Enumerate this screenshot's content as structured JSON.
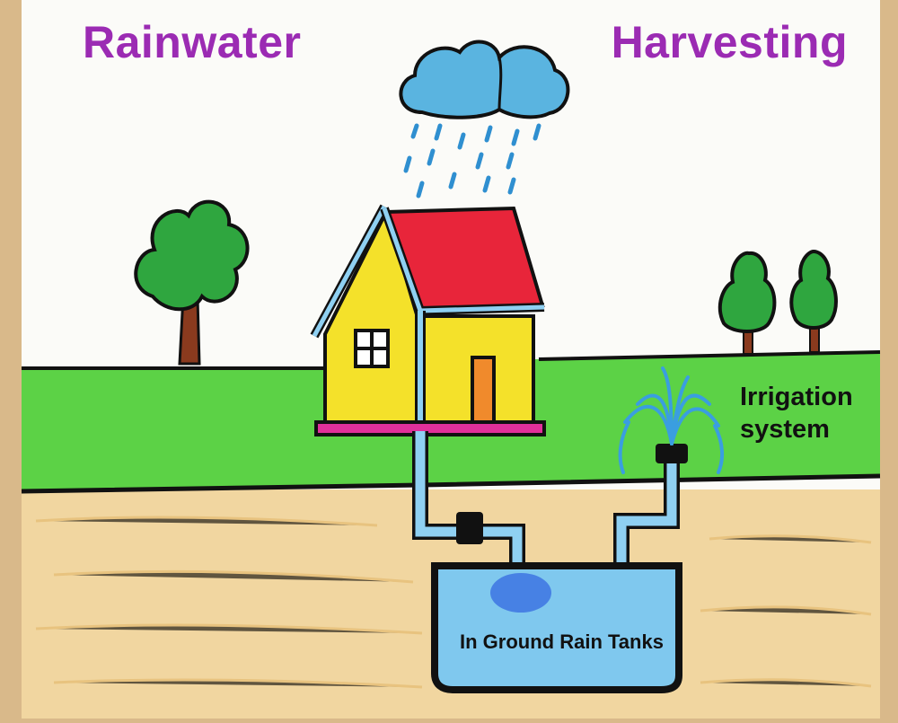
{
  "title": {
    "left": "Rainwater",
    "right": "Harvesting"
  },
  "labels": {
    "irrigation_line1": "Irrigation",
    "irrigation_line2": "system",
    "tank": "In Ground Rain Tanks"
  },
  "colors": {
    "title": "#9b2bb3",
    "paper": "#fbfbf8",
    "wood": "#d9b98a",
    "sky_cloud": "#5ab4e0",
    "rain": "#2f8fd0",
    "roof": "#e8253a",
    "wall": "#f4e12a",
    "door": "#f08a2c",
    "grass": "#5cd246",
    "soil": "#f1d6a0",
    "tree_leaves": "#2fa63f",
    "trunk": "#8a3a1e",
    "pipe": "#8fd0f2",
    "water": "#7fc8ee"
  }
}
